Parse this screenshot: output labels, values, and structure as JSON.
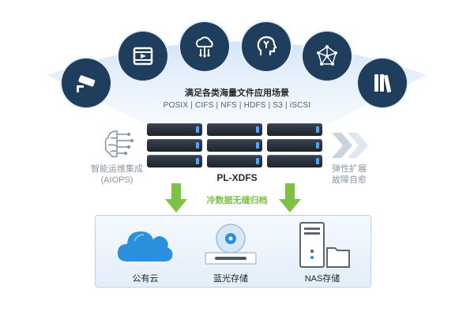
{
  "diagram": {
    "scenario_title": "满足各类海量文件应用场景",
    "protocols": "POSIX | CIFS | NFS | HDFS | S3 | iSCSI",
    "server_name": "PL-XDFS",
    "aiops_line1": "智能运维集成",
    "aiops_line2": "(AIOPS)",
    "elastic_line1": "弹性扩展",
    "elastic_line2": "故障自愈",
    "cold_data": "冷数据无缝归档",
    "targets": {
      "public_cloud": "公有云",
      "bluray": "蓝光存储",
      "nas": "NAS存储"
    },
    "scenario_icons": [
      "cctv-camera-icon",
      "video-player-icon",
      "cloud-network-icon",
      "ai-head-icon",
      "network-mesh-icon",
      "archive-books-icon"
    ],
    "colors": {
      "circle": "#1f3d5c",
      "arrow_green": "#7dc243",
      "cloud_blue": "#2a8fdc",
      "gray_text": "#8a96a3"
    }
  }
}
